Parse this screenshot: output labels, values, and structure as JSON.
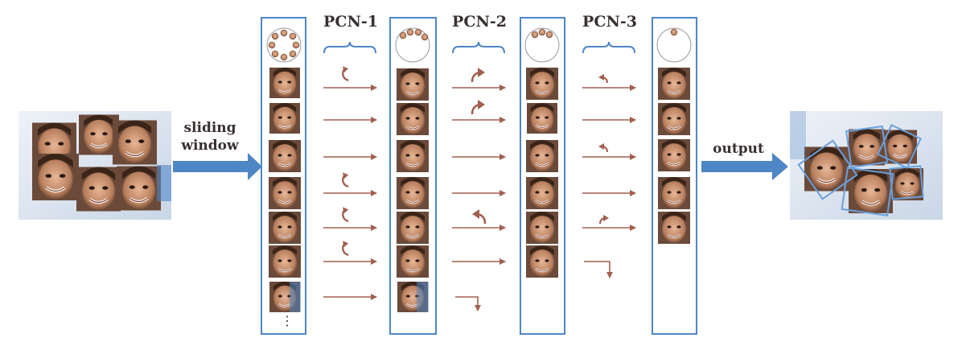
{
  "labels": {
    "input_arrow": "sliding\nwindow",
    "output_arrow": "output",
    "stages": [
      "PCN-1",
      "PCN-2",
      "PCN-3"
    ]
  },
  "colors": {
    "column_border": "#4f86c6",
    "big_arrow": "#4f86c6",
    "flow_arrow": "#a06050",
    "face_box": "#6aa0dc",
    "label_text": "#3a3030"
  },
  "icons": {
    "input_photo": "group-of-faces-photo",
    "output_photo": "group-of-faces-photo-with-detections",
    "rotation": "curved-rotation-arrow",
    "reject": "down-turn-arrow"
  }
}
